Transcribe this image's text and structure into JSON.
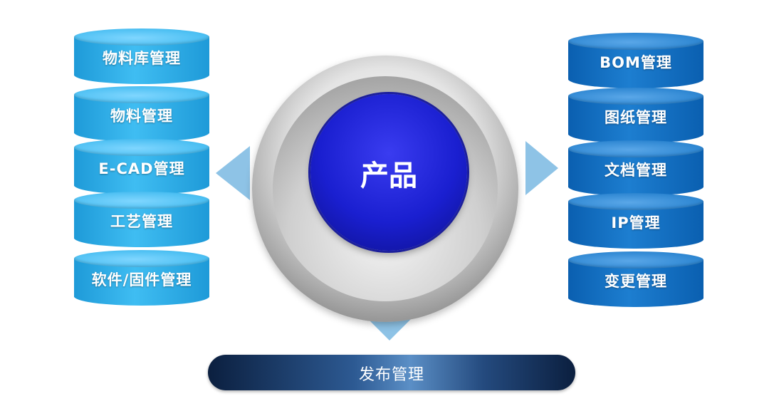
{
  "center": {
    "label": "产品"
  },
  "left_items": [
    {
      "label": "物料库管理"
    },
    {
      "label": "物料管理"
    },
    {
      "label": "E-CAD管理"
    },
    {
      "label": "工艺管理"
    },
    {
      "label": "软件/固件管理"
    }
  ],
  "right_items": [
    {
      "label": "BOM管理"
    },
    {
      "label": "图纸管理"
    },
    {
      "label": "文档管理"
    },
    {
      "label": "IP管理"
    },
    {
      "label": "变更管理"
    }
  ],
  "bottom": {
    "label": "发布管理"
  },
  "colors": {
    "left_stack": "#3fbdf2",
    "right_stack": "#1d7ed0",
    "core": "#1a1fd0",
    "arrow": "#8ec3e6",
    "bar": "#2d5a93"
  }
}
